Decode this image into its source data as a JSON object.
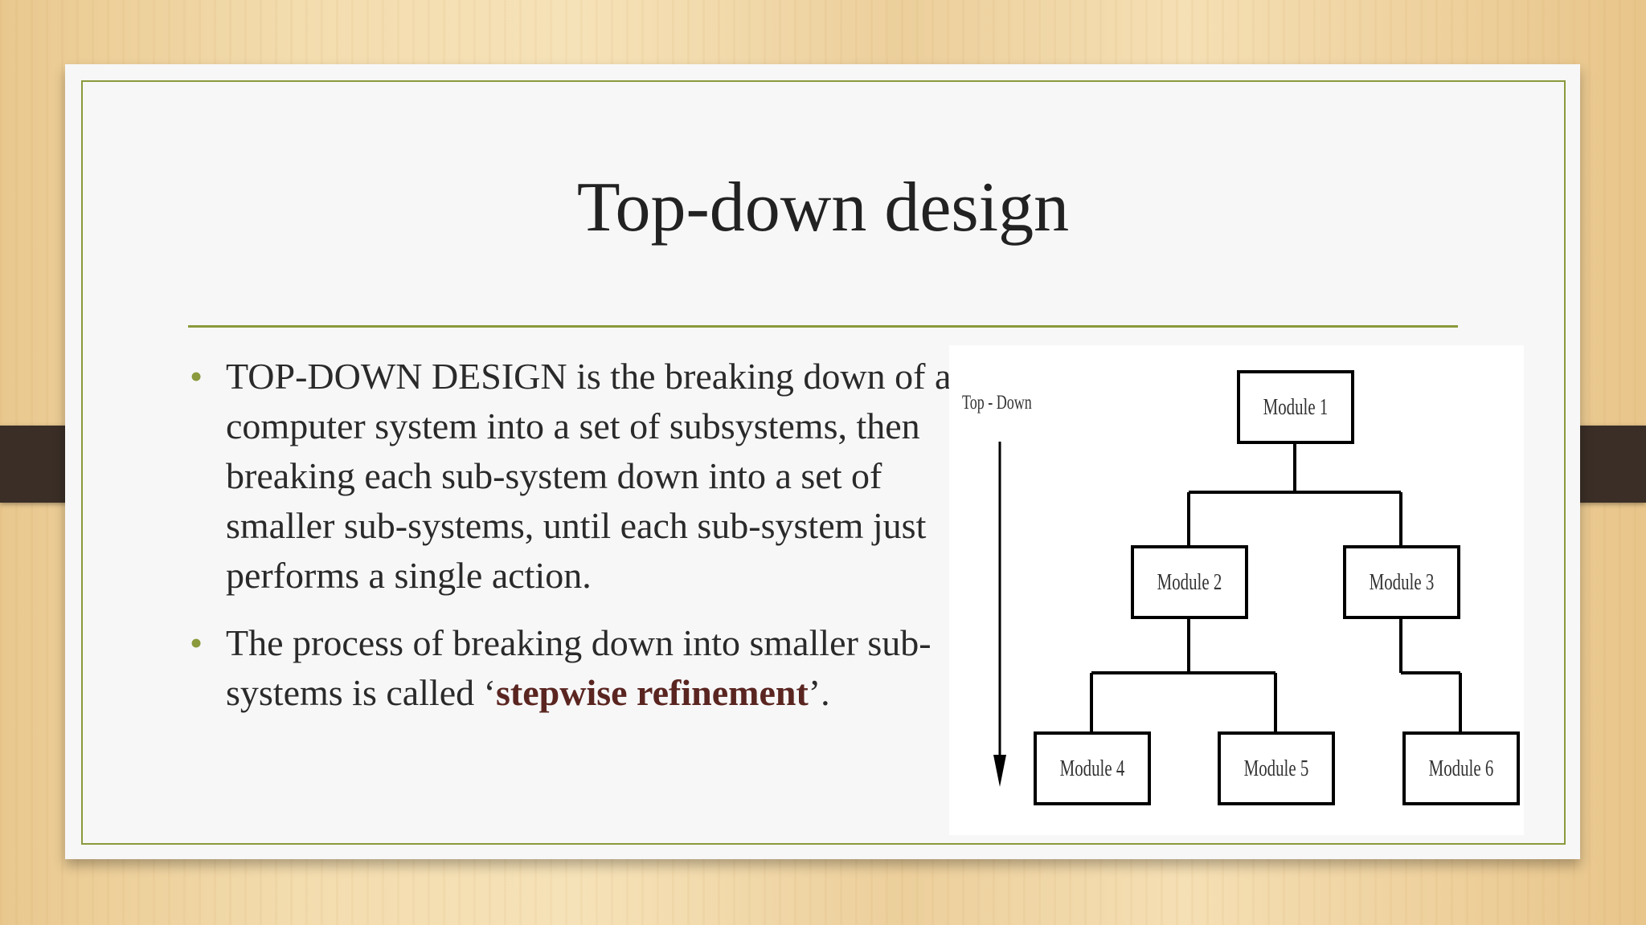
{
  "slide": {
    "title": "Top-down design",
    "bullets": [
      {
        "pre": "TOP-DOWN DESIGN is the breaking down of a computer system into a set of subsystems, then breaking each sub-system down into a set of smaller sub-systems, until each sub-system just performs a single action.",
        "bold": "",
        "post": ""
      },
      {
        "pre": "The process of breaking down into smaller sub-systems is called ‘",
        "bold": "stepwise refinement",
        "post": "’."
      }
    ]
  },
  "diagram": {
    "axis_label": "Top - Down",
    "modules": [
      "Module 1",
      "Module 2",
      "Module 3",
      "Module 4",
      "Module 5",
      "Module 6"
    ]
  },
  "colors": {
    "accent": "#8a9a3c",
    "emphasis": "#5a2520",
    "clip": "#3a2e26"
  }
}
